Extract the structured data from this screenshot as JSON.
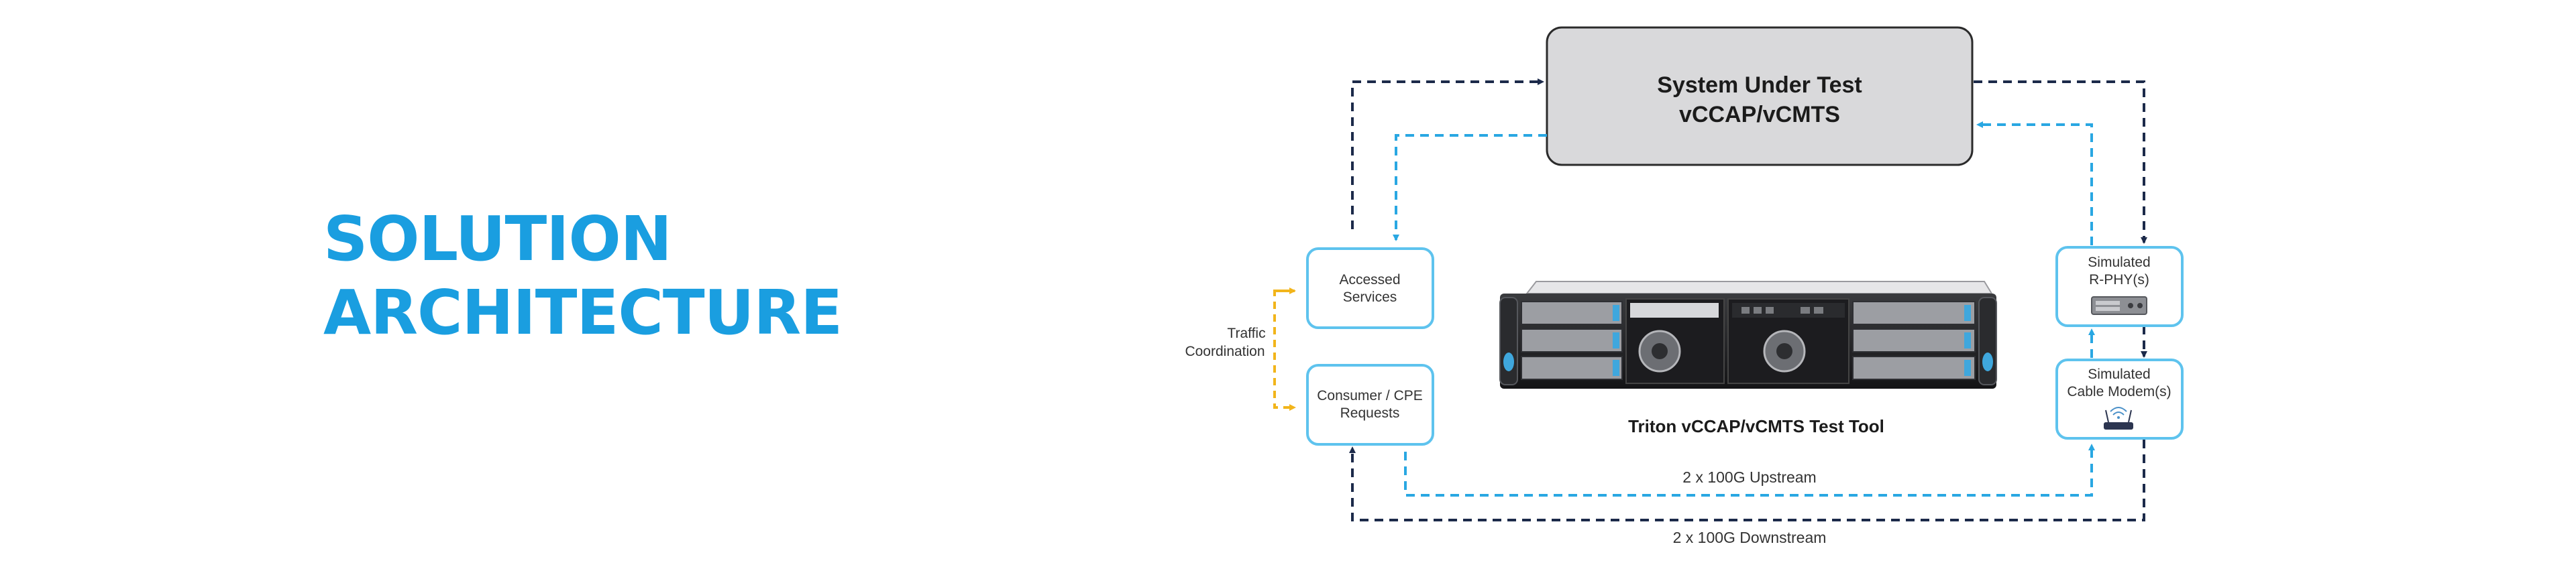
{
  "heading": {
    "line1": "SOLUTION",
    "line2": "ARCHITECTURE"
  },
  "sut": {
    "line1": "System Under Test",
    "line2": "vCCAP/vCMTS"
  },
  "nodes": {
    "accessed_services": [
      "Accessed",
      "Services"
    ],
    "consumer_requests": [
      "Consumer / CPE",
      "Requests"
    ],
    "simulated_rphy": [
      "Simulated",
      "R-PHY(s)"
    ],
    "simulated_modems": [
      "Simulated",
      "Cable Modem(s)"
    ]
  },
  "traffic_coordination": [
    "Traffic",
    "Coordination"
  ],
  "tool_caption": "Triton vCCAP/vCMTS Test Tool",
  "upstream_label": "2 x 100G Upstream",
  "downstream_label": "2 x 100G Downstream",
  "colors": {
    "heading": "#1a9ee0",
    "box_border": "#5ec3ee",
    "sut_fill": "#d9d9db",
    "dark_dash": "#1c2a4a",
    "light_dash": "#29a7e2",
    "yellow_dash": "#f2b51b"
  }
}
